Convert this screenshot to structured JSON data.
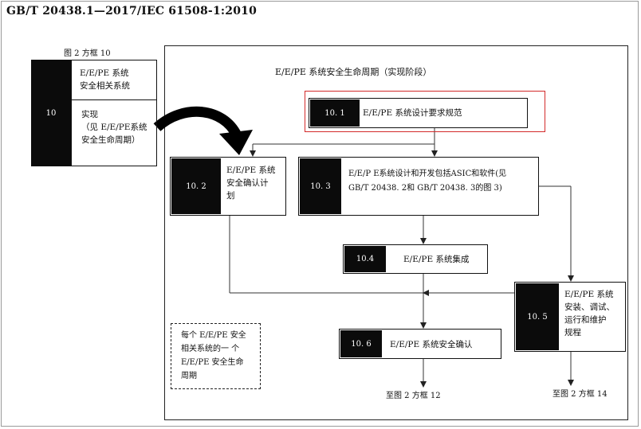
{
  "header": {
    "standard": "GB/T  20438.1—2017/IEC 61508-1:2010"
  },
  "figure_ref": "图 2 方框 10",
  "frame_title": "E/E/PE 系统安全生命周期（实现阶段）",
  "block10": {
    "number": "10",
    "top_lines": [
      "E/E/PE 系统",
      "安全相关系统"
    ],
    "bottom_lines": [
      "实现",
      "（见 E/E/PE系统",
      "安全生命周期）"
    ]
  },
  "block10_1": {
    "number": "10. 1",
    "label": "E/E/PE 系统设计要求规范"
  },
  "block10_2": {
    "number": "10. 2",
    "lines": [
      "E/E/PE  系统",
      "安全确认计",
      "划"
    ]
  },
  "block10_3": {
    "number": "10. 3",
    "lines": [
      "E/E/P E系统设计和开发包括ASIC和软件(见",
      "GB/T 20438. 2和 GB/T 20438. 3的图 3)"
    ]
  },
  "block10_4": {
    "number": "10.4",
    "label": "E/E/PE 系统集成"
  },
  "block10_5": {
    "number": "10. 5",
    "lines": [
      "E/E/PE 系统",
      "安装、调试、",
      "运行和维护",
      "规程"
    ]
  },
  "block10_6": {
    "number": "10. 6",
    "label": "E/E/PE 系统安全确认"
  },
  "note": {
    "lines": [
      "每个 E/E/PE  安全",
      "相关系统的一 个",
      "E/E/PE  安全生命",
      "周期"
    ]
  },
  "outputs": {
    "to_box12": "至图 2 方框 12",
    "to_box14": "至图 2 方框 14"
  }
}
